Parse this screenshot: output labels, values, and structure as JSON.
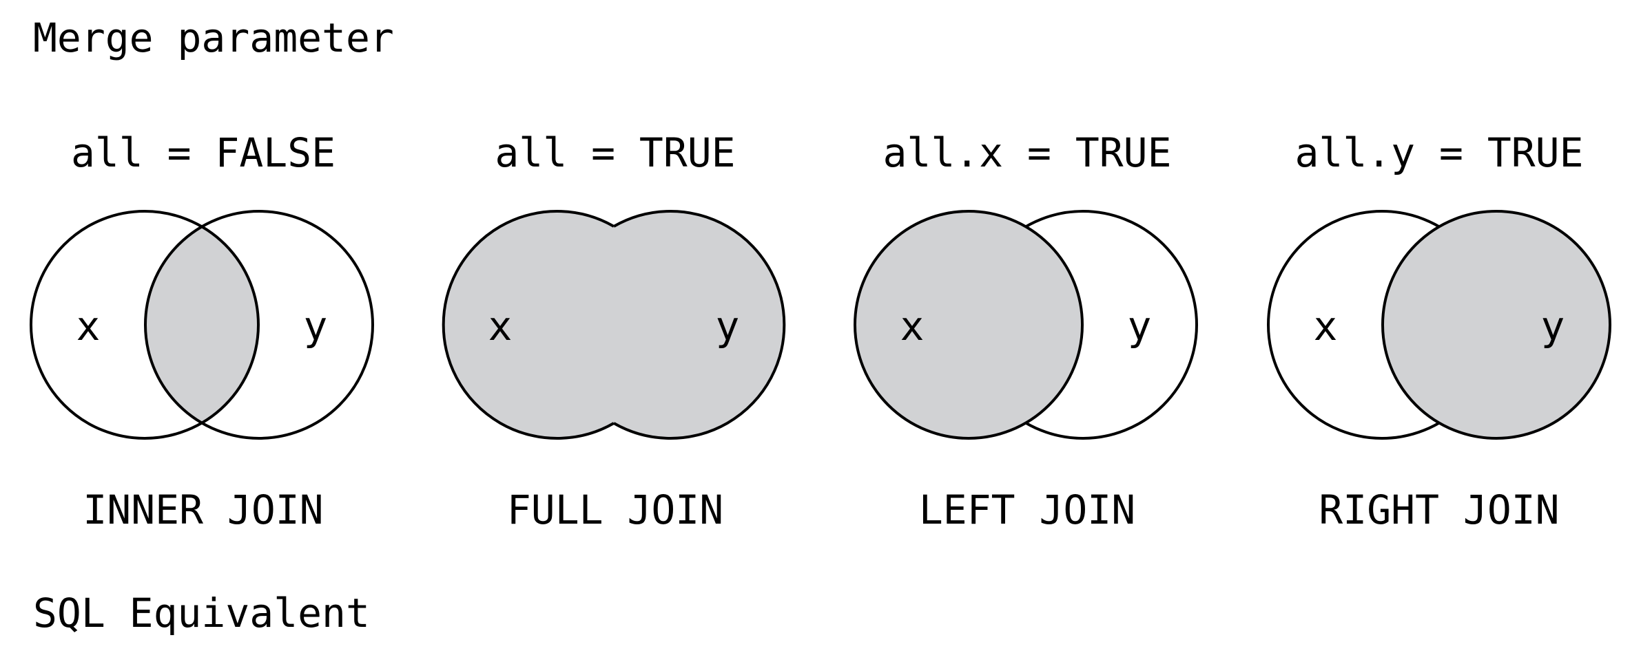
{
  "merge_title": "Merge parameter",
  "sql_title": "SQL Equivalent",
  "colors": {
    "fill": "#d1d2d4",
    "stroke": "#000000",
    "background": "#ffffff"
  },
  "diagrams": [
    {
      "param": "all = FALSE",
      "join": "INNER JOIN",
      "x_label": "x",
      "y_label": "y",
      "shaded": "intersection"
    },
    {
      "param": "all = TRUE",
      "join": "FULL JOIN",
      "x_label": "x",
      "y_label": "y",
      "shaded": "union"
    },
    {
      "param": "all.x = TRUE",
      "join": "LEFT JOIN",
      "x_label": "x",
      "y_label": "y",
      "shaded": "x"
    },
    {
      "param": "all.y = TRUE",
      "join": "RIGHT JOIN",
      "x_label": "x",
      "y_label": "y",
      "shaded": "y"
    }
  ]
}
